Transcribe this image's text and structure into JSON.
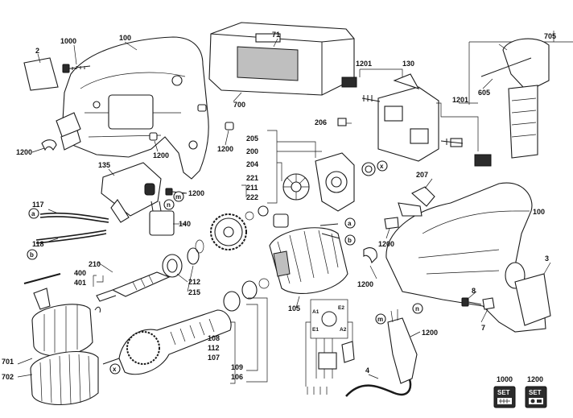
{
  "labels": {
    "p100a": "100",
    "p1000": "1000",
    "p2": "2",
    "p1200a": "1200",
    "p1200b": "1200",
    "p1200c": "1200",
    "p71": "71",
    "p700": "700",
    "p1201a": "1201",
    "p130": "130",
    "p1201b": "1201",
    "p705": "705",
    "p605": "605",
    "p206": "206",
    "p205": "205",
    "p200": "200",
    "p204": "204",
    "p221": "221",
    "p211": "211",
    "p222": "222",
    "p135": "135",
    "p1200d": "1200",
    "p117": "117",
    "p118": "118",
    "p140": "140",
    "p207": "207",
    "p100b": "100",
    "p1200e": "1200",
    "p1200f": "1200",
    "p3": "3",
    "p210": "210",
    "p212": "212",
    "p215": "215",
    "p400": "400",
    "p401": "401",
    "p105": "105",
    "p108": "108",
    "p112": "112",
    "p107": "107",
    "p109": "109",
    "p106": "106",
    "p701": "701",
    "p702": "702",
    "p8": "8",
    "p7": "7",
    "p1200g": "1200",
    "p4": "4",
    "legend1000": "1000",
    "legend1200": "1200"
  },
  "circle_markers": {
    "a1": "a",
    "b1": "b",
    "m1": "m",
    "n1": "n",
    "x1": "x",
    "a2": "a",
    "b2": "b",
    "x2": "x",
    "m2": "m",
    "n2": "n"
  },
  "wiring": {
    "A1": "A1",
    "E2": "E2",
    "E1": "E1",
    "A2": "A2"
  },
  "legend": {
    "set_text": "SET"
  }
}
